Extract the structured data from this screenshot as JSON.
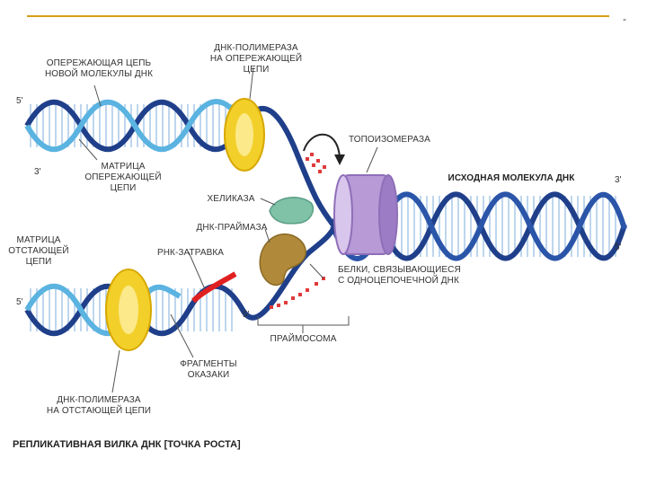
{
  "labels": {
    "leading_strand": "ОПЕРЕЖАЮЩАЯ ЦЕПЬ\nНОВОЙ МОЛЕКУЛЫ ДНК",
    "pol_leading": "ДНК-ПОЛИМЕРАЗА\nНА ОПЕРЕЖАЮЩЕЙ ЦЕПИ",
    "topoisomerase": "ТОПОИЗОМЕРАЗА",
    "original_dna": "ИСХОДНАЯ МОЛЕКУЛА ДНК",
    "leading_template": "МАТРИЦА\nОПЕРЕЖАЮЩЕЙ\nЦЕПИ",
    "helicase": "ХЕЛИКАЗА",
    "primase": "ДНК-ПРАЙМАЗА",
    "lagging_template": "МАТРИЦА\nОТСТАЮЩЕЙ\nЦЕПИ",
    "rna_primer": "РНК-ЗАТРАВКА",
    "ssb": "БЕЛКИ, СВЯЗЫВАЮЩИЕСЯ\nС ОДНОЦЕПОЧЕЧНОЙ ДНК",
    "primosome": "ПРАЙМОСОМА",
    "okazaki": "ФРАГМЕНТЫ\nОКАЗАКИ",
    "pol_lagging": "ДНК-ПОЛИМЕРАЗА\nНА ОТСТАЮЩЕЙ ЦЕПИ",
    "caption": "РЕПЛИКАТИВНАЯ ВИЛКА ДНК [ТОЧКА РОСТА]"
  },
  "primes": {
    "top_left_5": "5'",
    "top_left_3": "3'",
    "right_3": "3'",
    "right_5": "5'",
    "lower_left_5": "5'",
    "fork_5": "5'"
  },
  "slide_marker": "-",
  "colors": {
    "rule": "#d4a017",
    "dark_strand": "#1f3f8a",
    "light_strand": "#5ab3e0",
    "rungs": "#a8c8e8",
    "polymerase": "#f3cf2a",
    "topoisomerase": "#b79ad6",
    "helicase": "#7fc2a8",
    "primase": "#b08a3a",
    "rna_primer": "#e02020",
    "ssb": "#e03a3a"
  }
}
